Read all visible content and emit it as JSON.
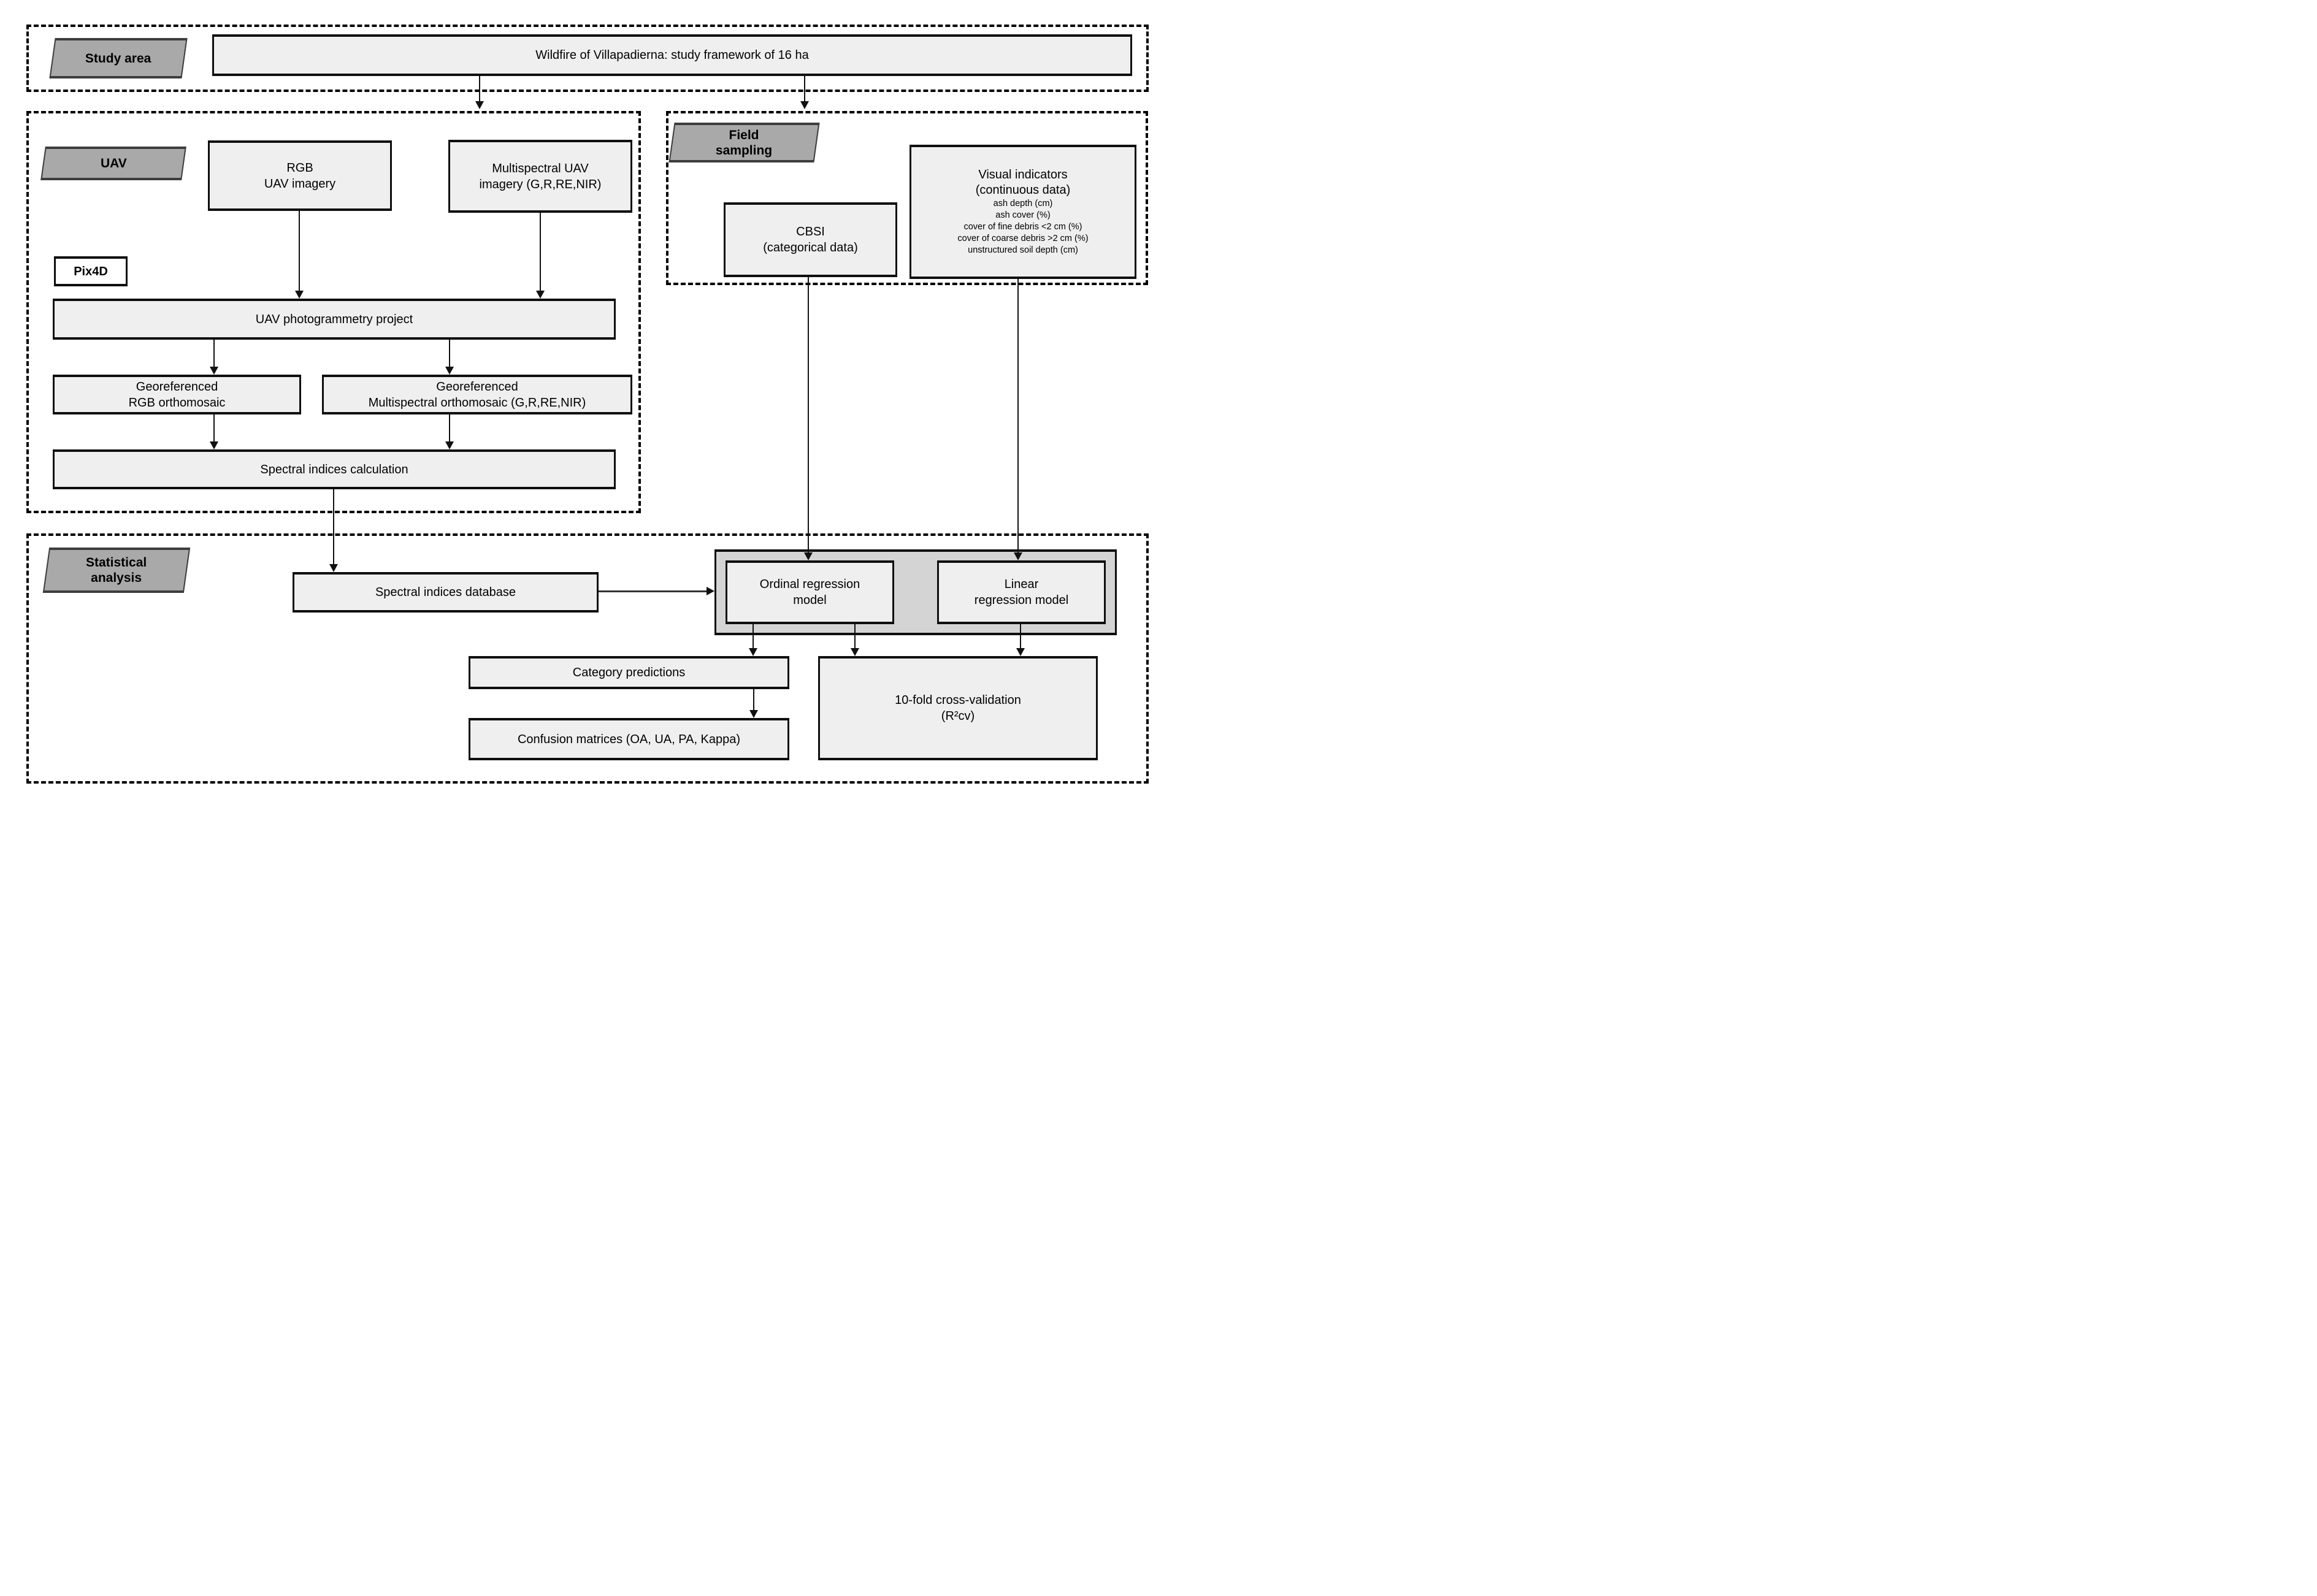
{
  "colors": {
    "background": "#ffffff",
    "box_fill": "#efefef",
    "tag_fill": "#a9a9a9",
    "group_fill": "#d4d4d4",
    "line": "#000000"
  },
  "sections": {
    "study_area": {
      "tag": "Study area",
      "wildfire": "Wildfire of Villapadierna: study framework of 16 ha"
    },
    "uav": {
      "tag": "UAV",
      "rgb": {
        "line1": "RGB",
        "line2": "UAV imagery"
      },
      "multispectral": {
        "line1": "Multispectral UAV",
        "line2": "imagery (G,R,RE,NIR)"
      },
      "pix4d": "Pix4D",
      "photogrammetry": "UAV  photogrammetry project",
      "geo_rgb": {
        "line1": "Georeferenced",
        "line2": "RGB orthomosaic"
      },
      "geo_multi": {
        "line1": "Georeferenced",
        "line2": "Multispectral orthomosaic (G,R,RE,NIR)"
      },
      "spectral_calc": "Spectral indices calculation"
    },
    "field": {
      "tag1": "Field",
      "tag2": "sampling",
      "cbsi": {
        "line1": "CBSI",
        "line2": "(categorical data)"
      },
      "visual": {
        "title": "Visual indicators",
        "subtitle": "(continuous data)",
        "items": [
          "ash depth (cm)",
          "ash cover (%)",
          "cover of fine debris <2 cm (%)",
          "cover of coarse debris >2 cm (%)",
          "unstructured soil depth (cm)"
        ]
      }
    },
    "stats": {
      "tag1": "Statistical",
      "tag2": "analysis",
      "database": "Spectral indices database",
      "ordinal": {
        "line1": "Ordinal regression",
        "line2": "model"
      },
      "linear": {
        "line1": "Linear",
        "line2": "regression model"
      },
      "category": "Category predictions",
      "confusion": "Confusion matrices (OA, UA, PA,  Kappa)",
      "crossval": {
        "line1": "10-fold cross-validation",
        "line2": "(R²cv)"
      }
    }
  }
}
